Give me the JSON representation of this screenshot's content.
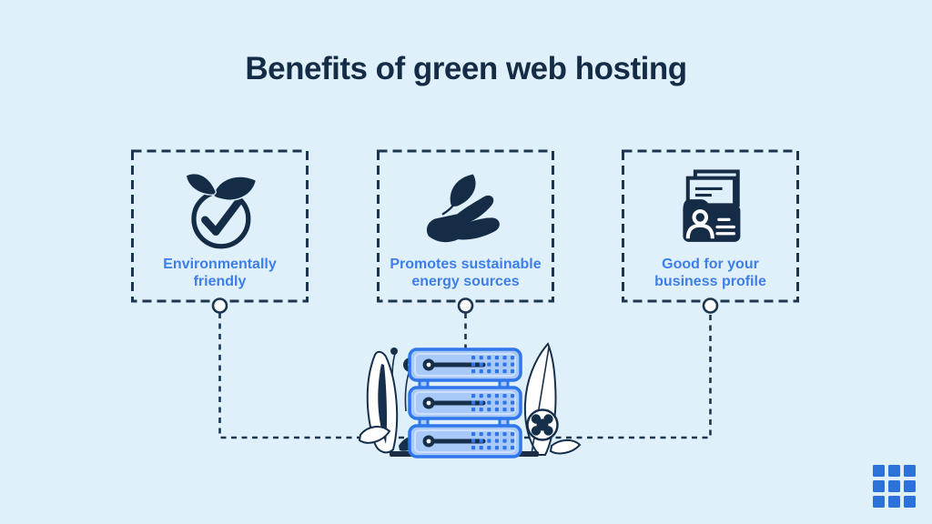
{
  "title": "Benefits of green web hosting",
  "benefits": [
    {
      "icon": "eco-check-leaf-icon",
      "label_line1": "Environmentally",
      "label_line2": "friendly"
    },
    {
      "icon": "hand-holding-leaf-icon",
      "label_line1": "Promotes sustainable",
      "label_line2": "energy sources"
    },
    {
      "icon": "business-profile-folder-icon",
      "label_line1": "Good for your",
      "label_line2": "business profile"
    }
  ],
  "illustration": "server-stack-with-plants",
  "logo_icon": "grid-dots-icon",
  "colors": {
    "background": "#e0f0fb",
    "dark_navy": "#16304c",
    "label_blue": "#3d7ee9",
    "server_stroke_blue": "#2e76e9",
    "server_fill_blue": "#a9caf8",
    "logo_blue": "#2c72d8"
  }
}
